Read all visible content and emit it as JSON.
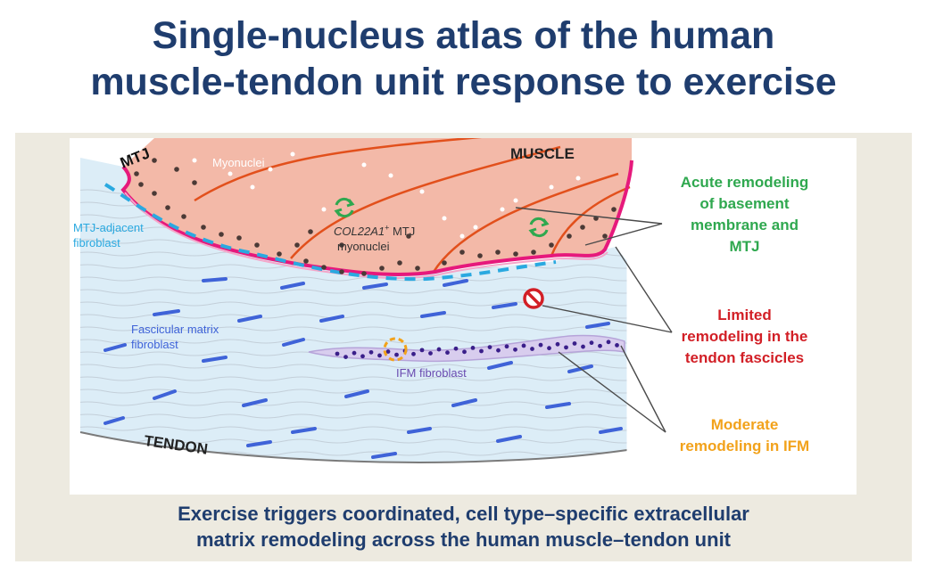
{
  "title": {
    "line1": "Single-nucleus atlas of the human",
    "line2": "muscle-tendon unit response to exercise"
  },
  "figure": {
    "labels": {
      "mtj": "MTJ",
      "muscle": "MUSCLE",
      "tendon": "TENDON",
      "myonuclei": "Myonuclei",
      "col22a1_gene": "COL22A1",
      "col22a1_sup": "+",
      "col22a1_rest": " MTJ",
      "col22a1_line2": "myonuclei",
      "mtj_adjacent_line1": "MTJ-adjacent",
      "mtj_adjacent_line2": "fibroblast",
      "fascicular_line1": "Fascicular matrix",
      "fascicular_line2": "fibroblast",
      "ifm_fibroblast": "IFM fibroblast"
    },
    "annotations": {
      "acute": [
        "Acute remodeling",
        "of basement",
        "membrane and",
        "MTJ"
      ],
      "limited": [
        "Limited",
        "remodeling in the",
        "tendon fascicles"
      ],
      "moderate": [
        "Moderate",
        "remodeling in IFM"
      ]
    },
    "colors": {
      "acute": "#2fa84f",
      "limited": "#d21f26",
      "moderate": "#f2a21b",
      "title": "#1f3d6e",
      "muscle_fill": "#f3b9a8",
      "membrane": "#e6197c",
      "tendon_bg": "#dcedf7",
      "fibroblast": "#3f63d8",
      "ifm_dots": "#3a1f8a",
      "ifm_band": "#d8cdee"
    },
    "icons": {
      "remodel": "circular-arrows-icon",
      "limited": "prohibition-icon"
    }
  },
  "caption": {
    "line1": "Exercise triggers coordinated, cell type–specific extracellular",
    "line2": "matrix remodeling across the human muscle–tendon unit"
  }
}
